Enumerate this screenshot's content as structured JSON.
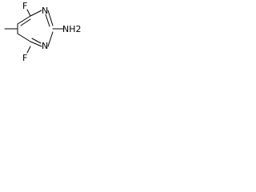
{
  "molecule": {
    "atoms": {
      "f_top": "F",
      "n_upper": "N",
      "nh2": "NH2",
      "n_lower": "N",
      "f_bottom": "F"
    }
  },
  "colors": {
    "bond": "#000000",
    "text": "#000000",
    "background": "#ffffff"
  }
}
